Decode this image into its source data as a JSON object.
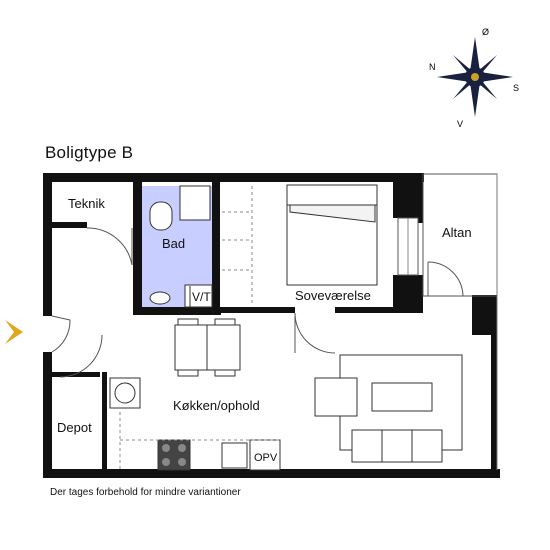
{
  "title": "Boligtype B",
  "footnote": "Der tages forbehold for mindre variantioner",
  "rooms": {
    "teknik": "Teknik",
    "bad": "Bad",
    "vt": "V/T",
    "sovevaerelse": "Soveværelse",
    "altan": "Altan",
    "kokken": "Køkken/ophold",
    "depot": "Depot",
    "opv": "OPV"
  },
  "compass": {
    "n": "N",
    "s": "S",
    "o": "Ø",
    "v": "V"
  },
  "colors": {
    "wall": "#111111",
    "bath": "#c8ceff",
    "entry_arrow": "#e0a81c"
  }
}
